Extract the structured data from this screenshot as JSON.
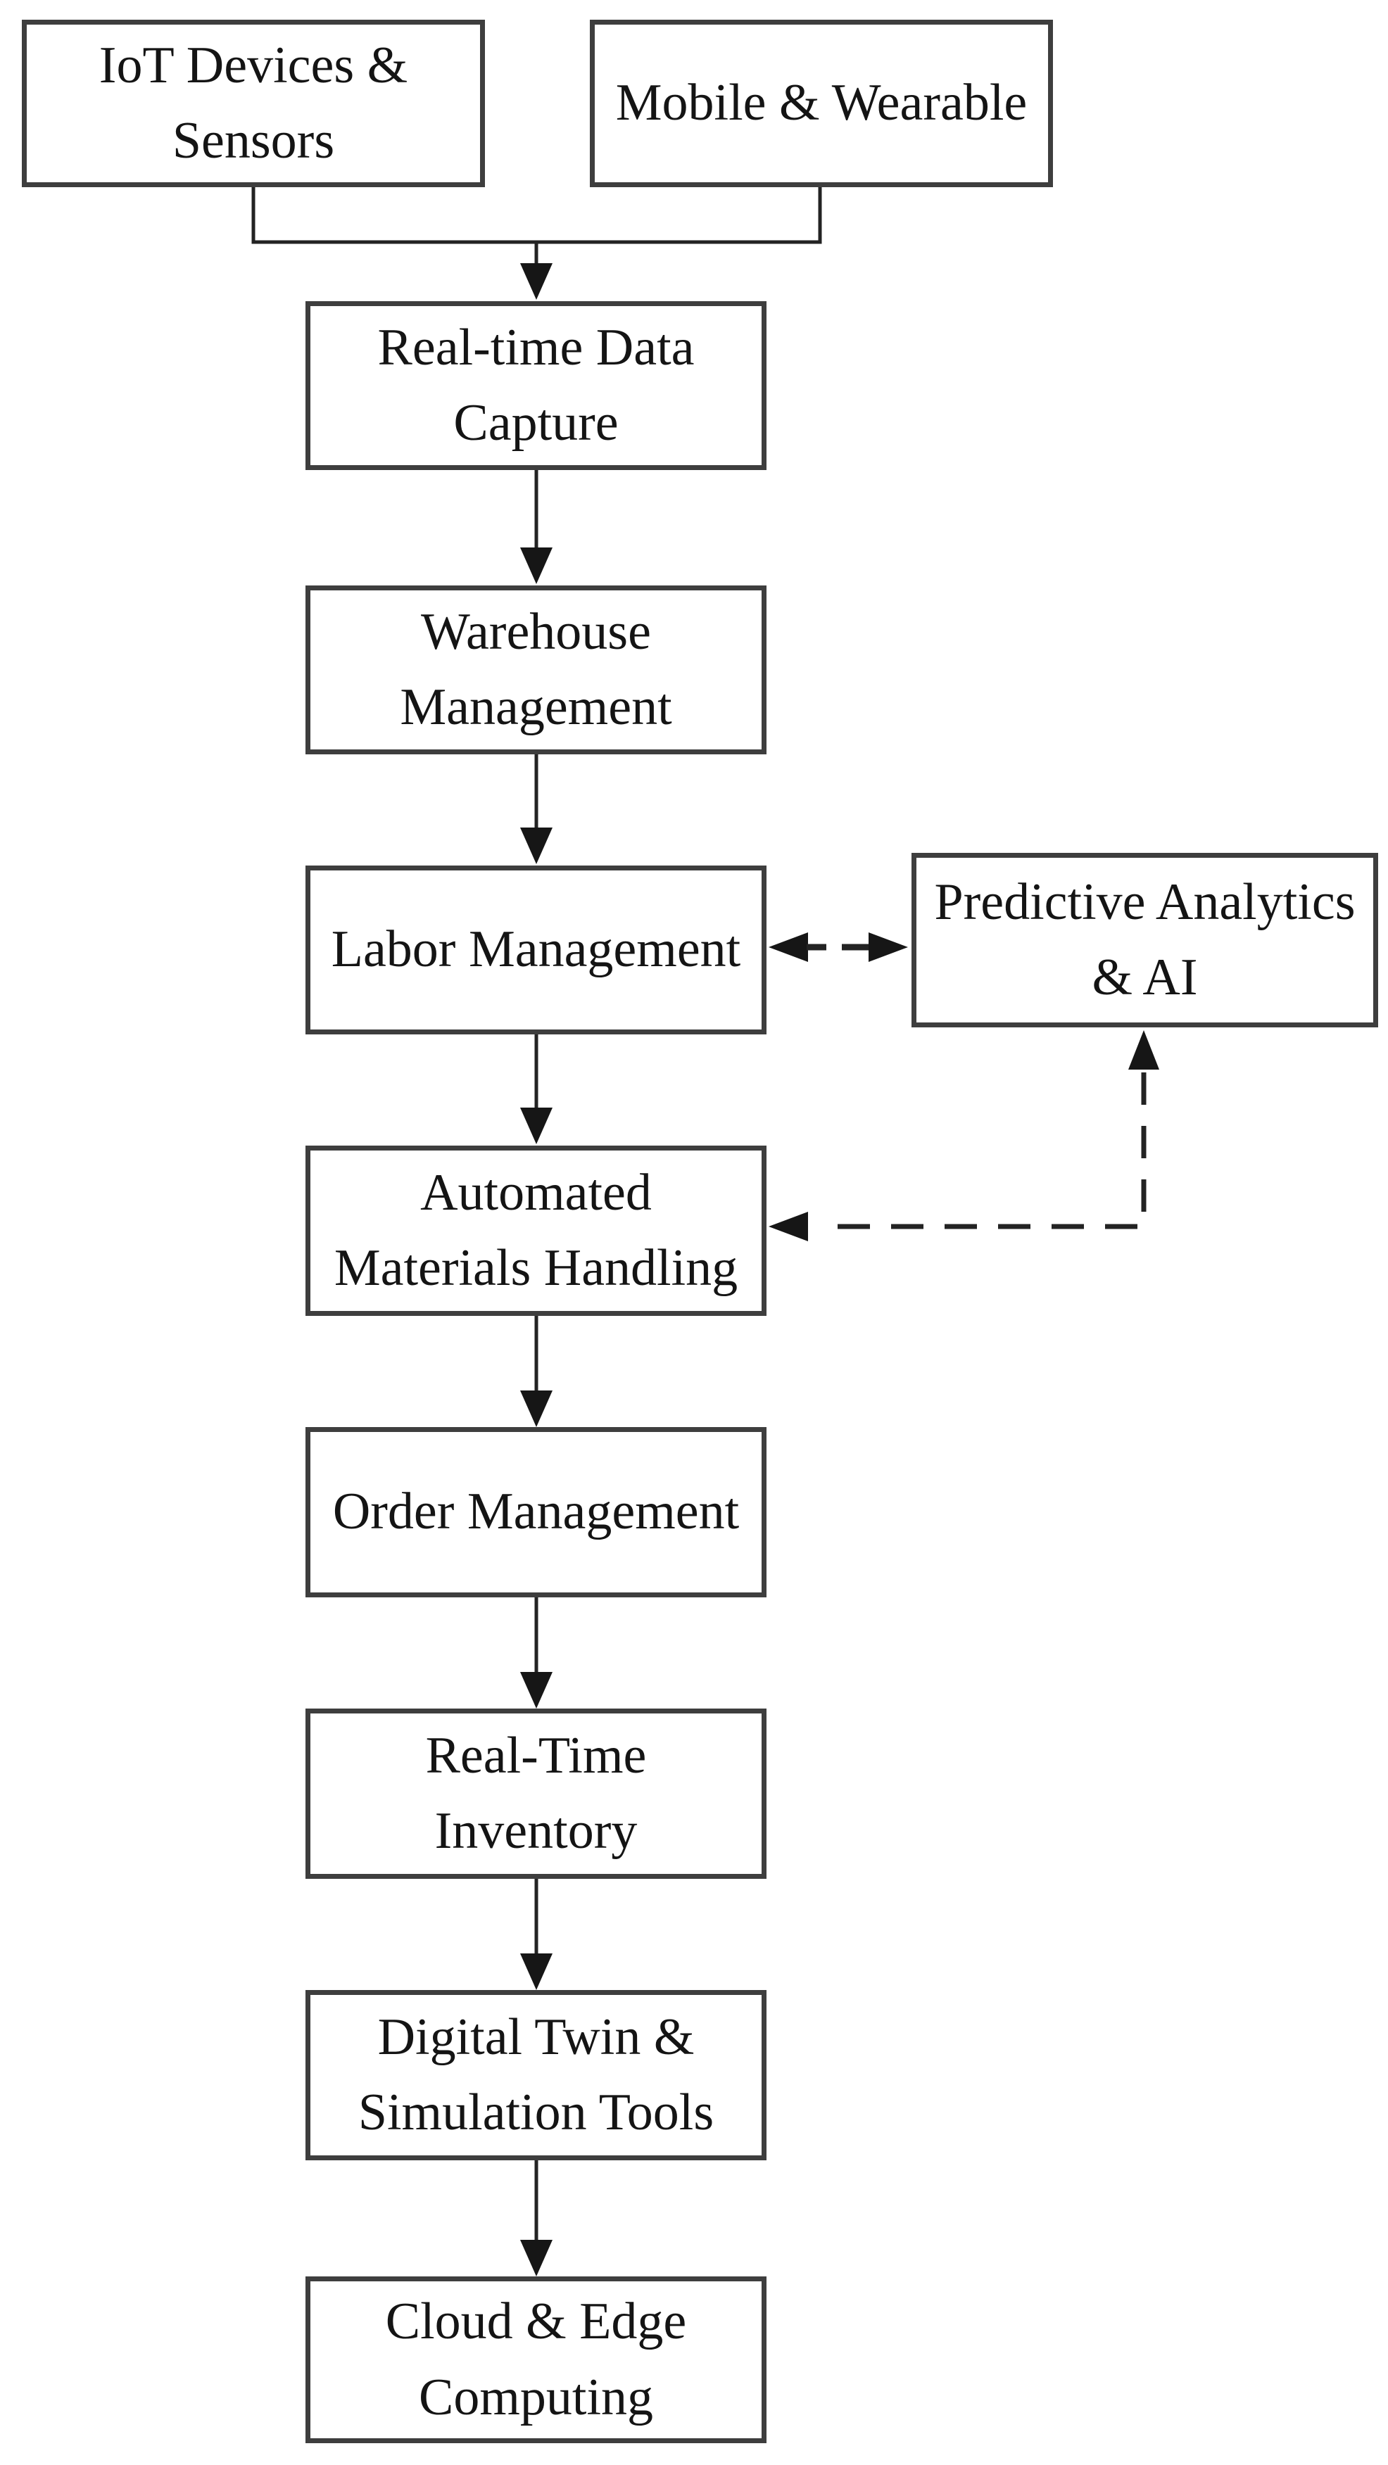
{
  "diagram": {
    "type": "flowchart",
    "background": "#ffffff",
    "colors": {
      "box_border": "#3e3e3e",
      "box_fill": "#ffffff",
      "line": "#232323",
      "text": "#141414"
    },
    "nodes": [
      {
        "id": "iot-devices-sensors",
        "label": "IoT Devices &\nSensors"
      },
      {
        "id": "mobile-wearable",
        "label": "Mobile & Wearable"
      },
      {
        "id": "real-time-data-capture",
        "label": "Real-time Data\nCapture"
      },
      {
        "id": "warehouse-management",
        "label": "Warehouse\nManagement"
      },
      {
        "id": "labor-management",
        "label": "Labor Management"
      },
      {
        "id": "predictive-analytics-ai",
        "label": "Predictive Analytics\n& AI"
      },
      {
        "id": "automated-materials-handling",
        "label": "Automated\nMaterials Handling"
      },
      {
        "id": "order-management",
        "label": "Order Management"
      },
      {
        "id": "real-time-inventory",
        "label": "Real-Time\nInventory"
      },
      {
        "id": "digital-twin-simulation-tools",
        "label": "Digital Twin &\nSimulation Tools"
      },
      {
        "id": "cloud-edge-computing",
        "label": "Cloud & Edge\nComputing"
      }
    ],
    "edges": [
      {
        "from": "iot-devices-sensors",
        "to": "real-time-data-capture",
        "style": "solid-arrow-merged"
      },
      {
        "from": "mobile-wearable",
        "to": "real-time-data-capture",
        "style": "solid-arrow-merged"
      },
      {
        "from": "real-time-data-capture",
        "to": "warehouse-management",
        "style": "solid-arrow"
      },
      {
        "from": "warehouse-management",
        "to": "labor-management",
        "style": "solid-arrow"
      },
      {
        "from": "labor-management",
        "to": "predictive-analytics-ai",
        "style": "dashed-double-headed-arrow"
      },
      {
        "from": "labor-management",
        "to": "automated-materials-handling",
        "style": "solid-arrow"
      },
      {
        "from": "predictive-analytics-ai",
        "to": "automated-materials-handling",
        "style": "dashed-elbow-double-headed-arrow"
      },
      {
        "from": "automated-materials-handling",
        "to": "order-management",
        "style": "solid-arrow"
      },
      {
        "from": "order-management",
        "to": "real-time-inventory",
        "style": "solid-arrow"
      },
      {
        "from": "real-time-inventory",
        "to": "digital-twin-simulation-tools",
        "style": "solid-arrow"
      },
      {
        "from": "digital-twin-simulation-tools",
        "to": "cloud-edge-computing",
        "style": "solid-arrow"
      }
    ]
  }
}
